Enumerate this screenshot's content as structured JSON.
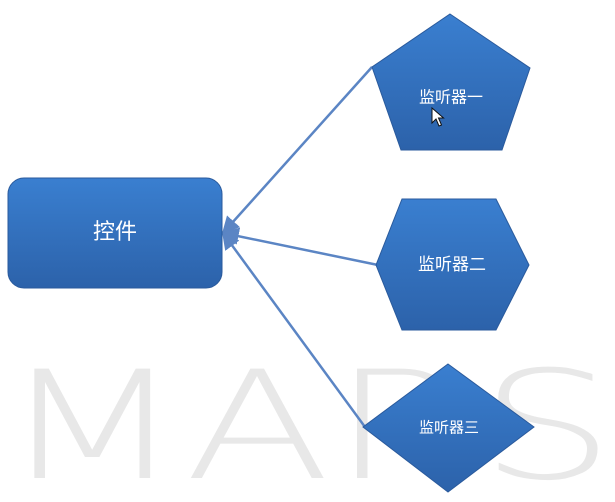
{
  "diagram": {
    "source": {
      "label": "控件"
    },
    "listeners": [
      {
        "label": "监听器一",
        "shape": "pentagon"
      },
      {
        "label": "监听器二",
        "shape": "hexagon"
      },
      {
        "label": "监听器三",
        "shape": "diamond"
      }
    ],
    "watermark": "MARS"
  },
  "colors": {
    "node_top": "#3a7fd0",
    "node_bottom": "#2c62aa",
    "edge": "#5b85c4",
    "watermark": "#e8e8e8"
  },
  "icons": {
    "cursor": "mouse-pointer-icon"
  }
}
